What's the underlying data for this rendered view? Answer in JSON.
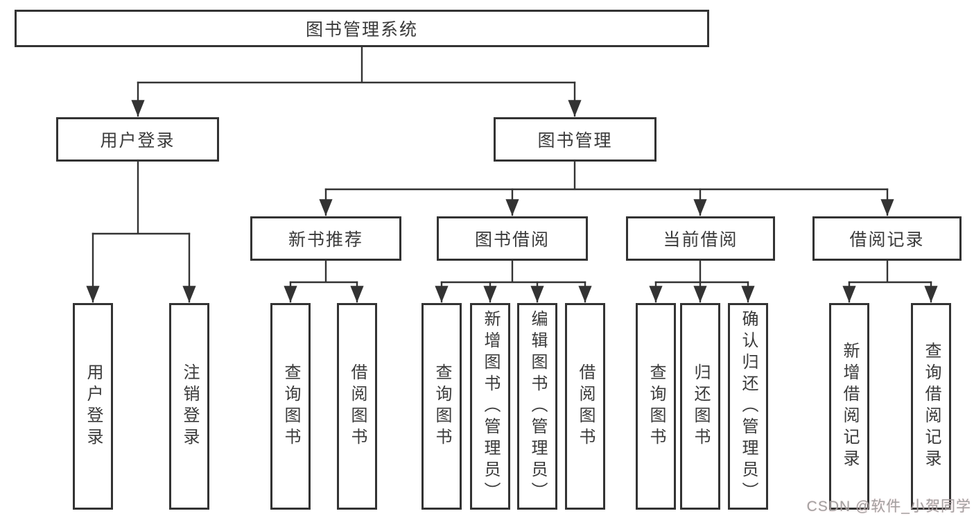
{
  "tree": {
    "label": "图书管理系统",
    "children": [
      {
        "label": "用户登录",
        "children": [
          {
            "label": "用户登录"
          },
          {
            "label": "注销登录"
          }
        ]
      },
      {
        "label": "图书管理",
        "children": [
          {
            "label": "新书推荐",
            "children": [
              {
                "label": "查询图书"
              },
              {
                "label": "借阅图书"
              }
            ]
          },
          {
            "label": "图书借阅",
            "children": [
              {
                "label": "查询图书"
              },
              {
                "label": "新增图书（管理员）"
              },
              {
                "label": "编辑图书（管理员）"
              },
              {
                "label": "借阅图书"
              }
            ]
          },
          {
            "label": "当前借阅",
            "children": [
              {
                "label": "查询图书"
              },
              {
                "label": "归还图书"
              },
              {
                "label": "确认归还（管理员）"
              }
            ]
          },
          {
            "label": "借阅记录",
            "children": [
              {
                "label": "新增借阅记录"
              },
              {
                "label": "查询借阅记录"
              }
            ]
          }
        ]
      }
    ]
  },
  "watermark": {
    "text": "CSDN @软件_小贺同学"
  },
  "colors": {
    "line": "#333333",
    "text": "#3a3a3a",
    "box_background": "#ffffff",
    "watermark": "#a0a0a0"
  }
}
